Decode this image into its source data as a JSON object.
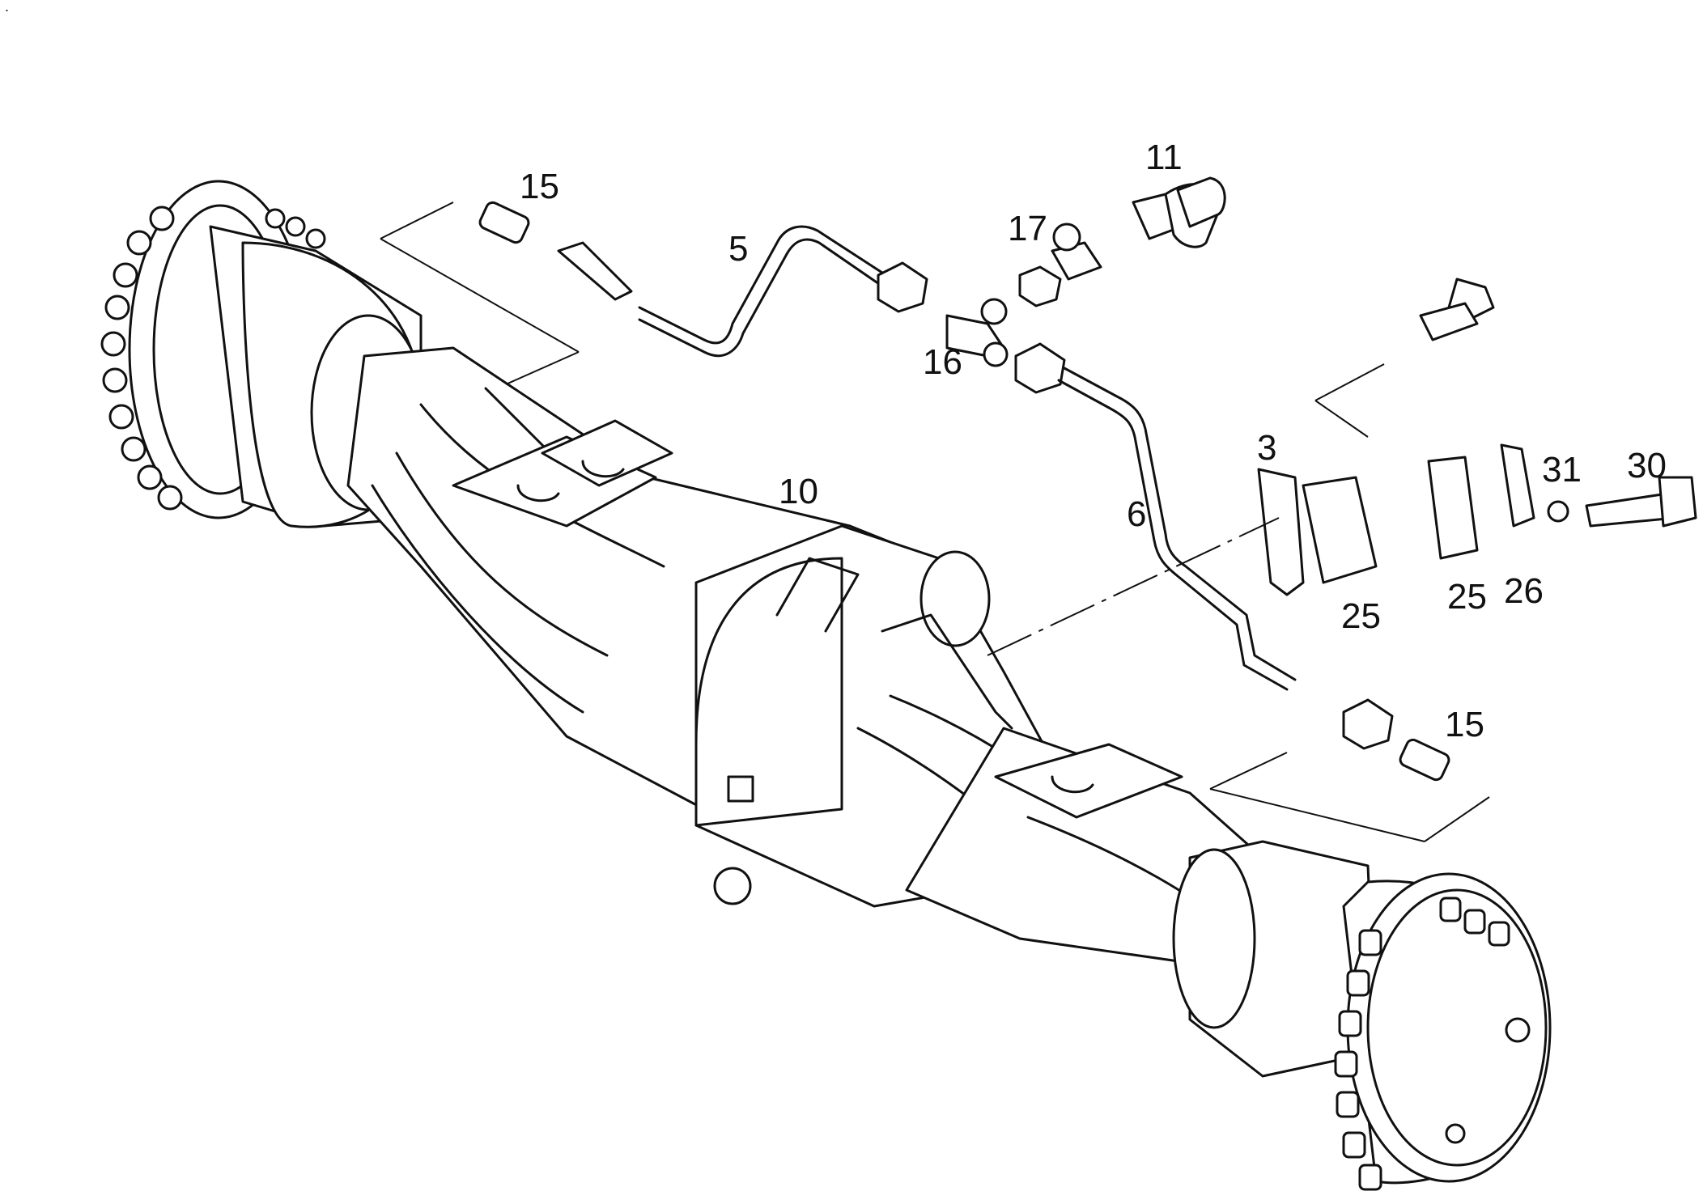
{
  "callouts": [
    {
      "id": "15a",
      "text": "15"
    },
    {
      "id": "5",
      "text": "5"
    },
    {
      "id": "17",
      "text": "17"
    },
    {
      "id": "11",
      "text": "11"
    },
    {
      "id": "16",
      "text": "16"
    },
    {
      "id": "3",
      "text": "3"
    },
    {
      "id": "31",
      "text": "31"
    },
    {
      "id": "30",
      "text": "30"
    },
    {
      "id": "10",
      "text": "10"
    },
    {
      "id": "6",
      "text": "6"
    },
    {
      "id": "25a",
      "text": "25"
    },
    {
      "id": "25b",
      "text": "25"
    },
    {
      "id": "26",
      "text": "26"
    },
    {
      "id": "15b",
      "text": "15"
    }
  ],
  "corner_mark": "."
}
